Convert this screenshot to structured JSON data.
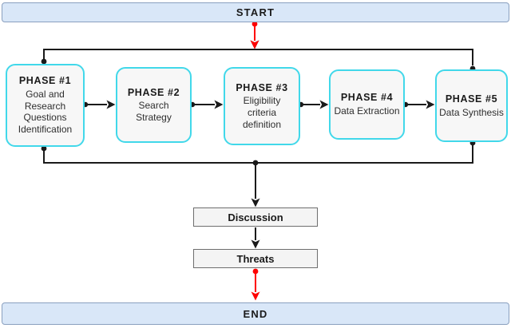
{
  "diagram": {
    "start_label": "START",
    "end_label": "END",
    "discussion_label": "Discussion",
    "threats_label": "Threats"
  },
  "phases": [
    {
      "title": "PHASE #1",
      "subtitle": "Goal and Research Questions Identification"
    },
    {
      "title": "PHASE #2",
      "subtitle": "Search Strategy"
    },
    {
      "title": "PHASE #3",
      "subtitle": "Eligibility criteria definition"
    },
    {
      "title": "PHASE #4",
      "subtitle": "Data Extraction"
    },
    {
      "title": "PHASE #5",
      "subtitle": "Data Synthesis"
    }
  ],
  "colors": {
    "terminal_fill": "#d9e7f8",
    "terminal_border": "#8aa0bf",
    "phase_fill": "#f7f7f7",
    "phase_border": "#41d8ea",
    "process_fill": "#f4f4f4",
    "process_border": "#6e6e6e",
    "connector_black": "#1a1a1a",
    "connector_red": "#ff0000"
  }
}
